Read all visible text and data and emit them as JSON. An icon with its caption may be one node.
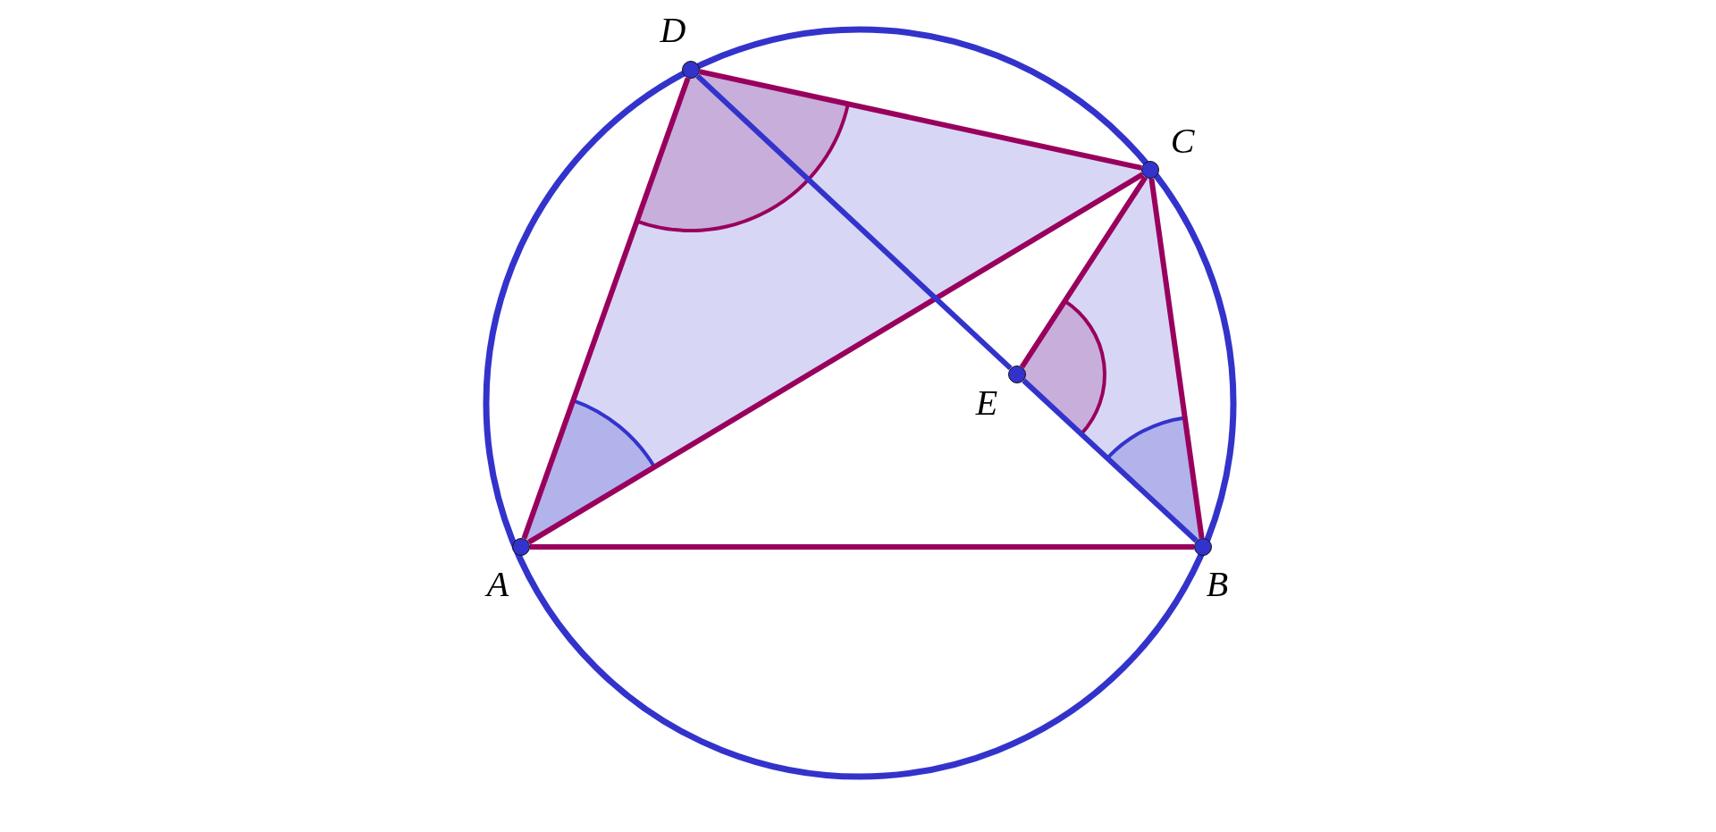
{
  "diagram": {
    "nodes": [
      {
        "text": [
          "D"
        ]
      },
      {
        "text": [
          "C"
        ]
      },
      {
        "text": [
          "E"
        ]
      },
      {
        "text": [
          "A"
        ]
      },
      {
        "text": [
          "B"
        ]
      }
    ],
    "edges": [
      {
        "from": 3,
        "to": 4,
        "arrow": "none"
      },
      {
        "from": 4,
        "to": 1,
        "arrow": "none"
      },
      {
        "from": 1,
        "to": 0,
        "arrow": "none"
      },
      {
        "from": 0,
        "to": 3,
        "arrow": "none"
      },
      {
        "from": 3,
        "to": 1,
        "arrow": "none"
      },
      {
        "from": 0,
        "to": 2,
        "arrow": "none",
        "color": "#3333cc"
      },
      {
        "from": 2,
        "to": 4,
        "arrow": "none",
        "color": "#3333cc"
      },
      {
        "from": 1,
        "to": 2,
        "arrow": "none"
      }
    ]
  }
}
